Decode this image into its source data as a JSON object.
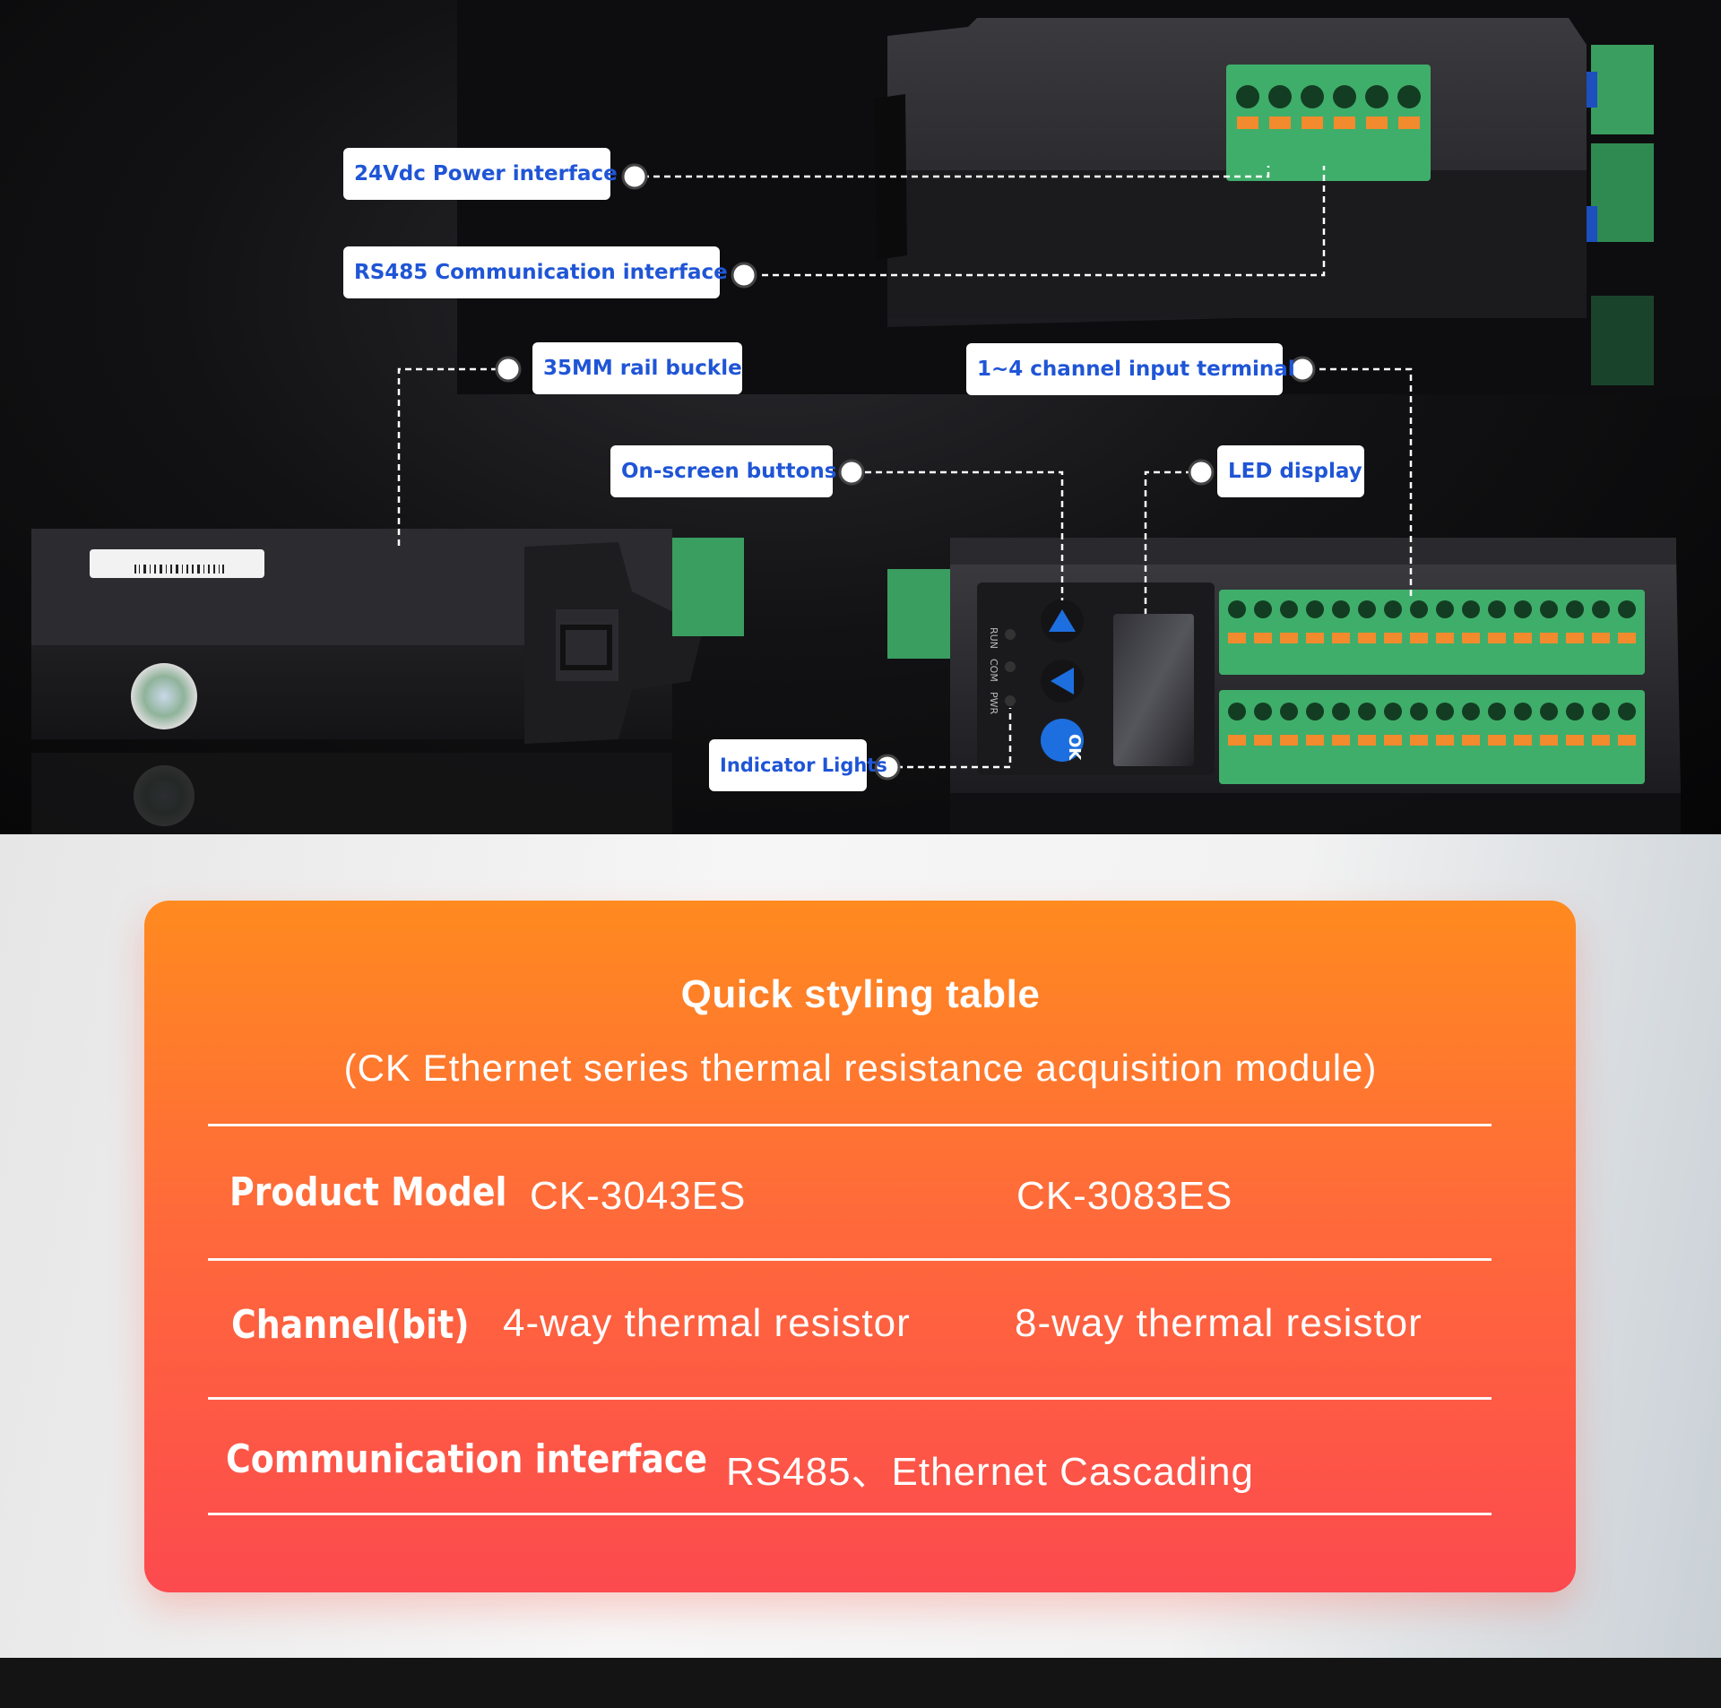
{
  "callouts": {
    "power": "24Vdc Power interface",
    "rs485": "RS485 Communication interface",
    "rail": "35MM rail buckle",
    "terminal": "1~4 channel input terminal",
    "buttons": "On-screen buttons",
    "led": "LED display",
    "indicator": "Indicator Lights"
  },
  "device": {
    "indicator_labels": [
      "RUN",
      "COM",
      "PWR"
    ],
    "ok_button": "OK"
  },
  "table": {
    "title": "Quick styling table",
    "subtitle": "(CK Ethernet series thermal resistance acquisition module)",
    "rows": [
      {
        "label": "Product Model",
        "values": [
          "CK-3043ES",
          "CK-3083ES"
        ]
      },
      {
        "label": "Channel(bit)",
        "values": [
          "4-way thermal resistor",
          "8-way thermal resistor"
        ]
      },
      {
        "label": "Communication interface",
        "values": [
          "RS485、Ethernet Cascading"
        ]
      }
    ]
  },
  "colors": {
    "callout_text": "#1f55d6",
    "card_top": "#ff8a1f",
    "card_bottom": "#fc4a4e",
    "terminal_green": "#3fae6a",
    "terminal_orange": "#f28a2e",
    "button_blue": "#1d6fe0"
  }
}
